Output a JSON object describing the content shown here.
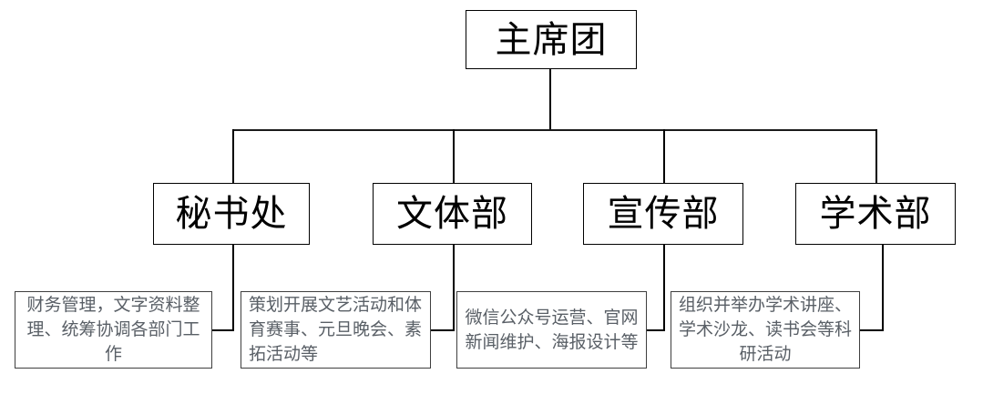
{
  "diagram": {
    "type": "organizational-chart",
    "title_node": {
      "label": "主席团"
    },
    "departments": [
      {
        "label": "秘书处"
      },
      {
        "label": "文体部"
      },
      {
        "label": "宣传部"
      },
      {
        "label": "学术部"
      }
    ],
    "descriptions": [
      {
        "text": "财务管理，文字资料整理、统筹协调各部门工作",
        "align": "center"
      },
      {
        "text": "策划开展文艺活动和体育赛事、元旦晚会、素拓活动等",
        "align": "left"
      },
      {
        "text": "微信公众号运营、官网新闻维护、海报设计等",
        "align": "center"
      },
      {
        "text": "组织并举办学术讲座、学术沙龙、读书会等科研活动",
        "align": "center"
      }
    ],
    "colors": {
      "line": "#000000",
      "node_border": "#000000",
      "node_text": "#000000",
      "desc_border": "#3f3f3f",
      "desc_text": "#595f66",
      "background": "#ffffff"
    }
  }
}
